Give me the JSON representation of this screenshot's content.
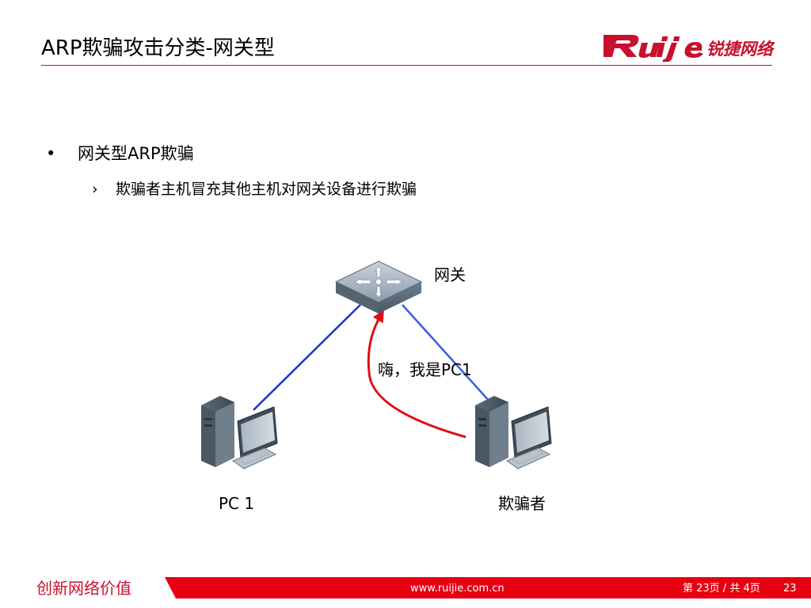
{
  "slide": {
    "title": "ARP欺骗攻击分类-网关型"
  },
  "logo": {
    "brand_latin": "Ruijie",
    "brand_cn": "锐捷网络"
  },
  "content": {
    "bullet_marker": "•",
    "bullet": "网关型ARP欺骗",
    "sub_marker": "›",
    "sub_bullet": "欺骗者主机冒充其他主机对网关设备进行欺骗"
  },
  "diagram": {
    "gateway_label": "网关",
    "speech_label": "嗨，我是PC1",
    "pc1_label": "PC 1",
    "attacker_label": "欺骗者"
  },
  "footer": {
    "slogan": "创新网络价值",
    "url": "www.ruijie.com.cn",
    "page_info": "第 23页  / 共 4页",
    "page_number": "23"
  },
  "colors": {
    "brand_red": "#c8102e",
    "link_blue": "#1f2fd0",
    "attack_red": "#e01010"
  }
}
